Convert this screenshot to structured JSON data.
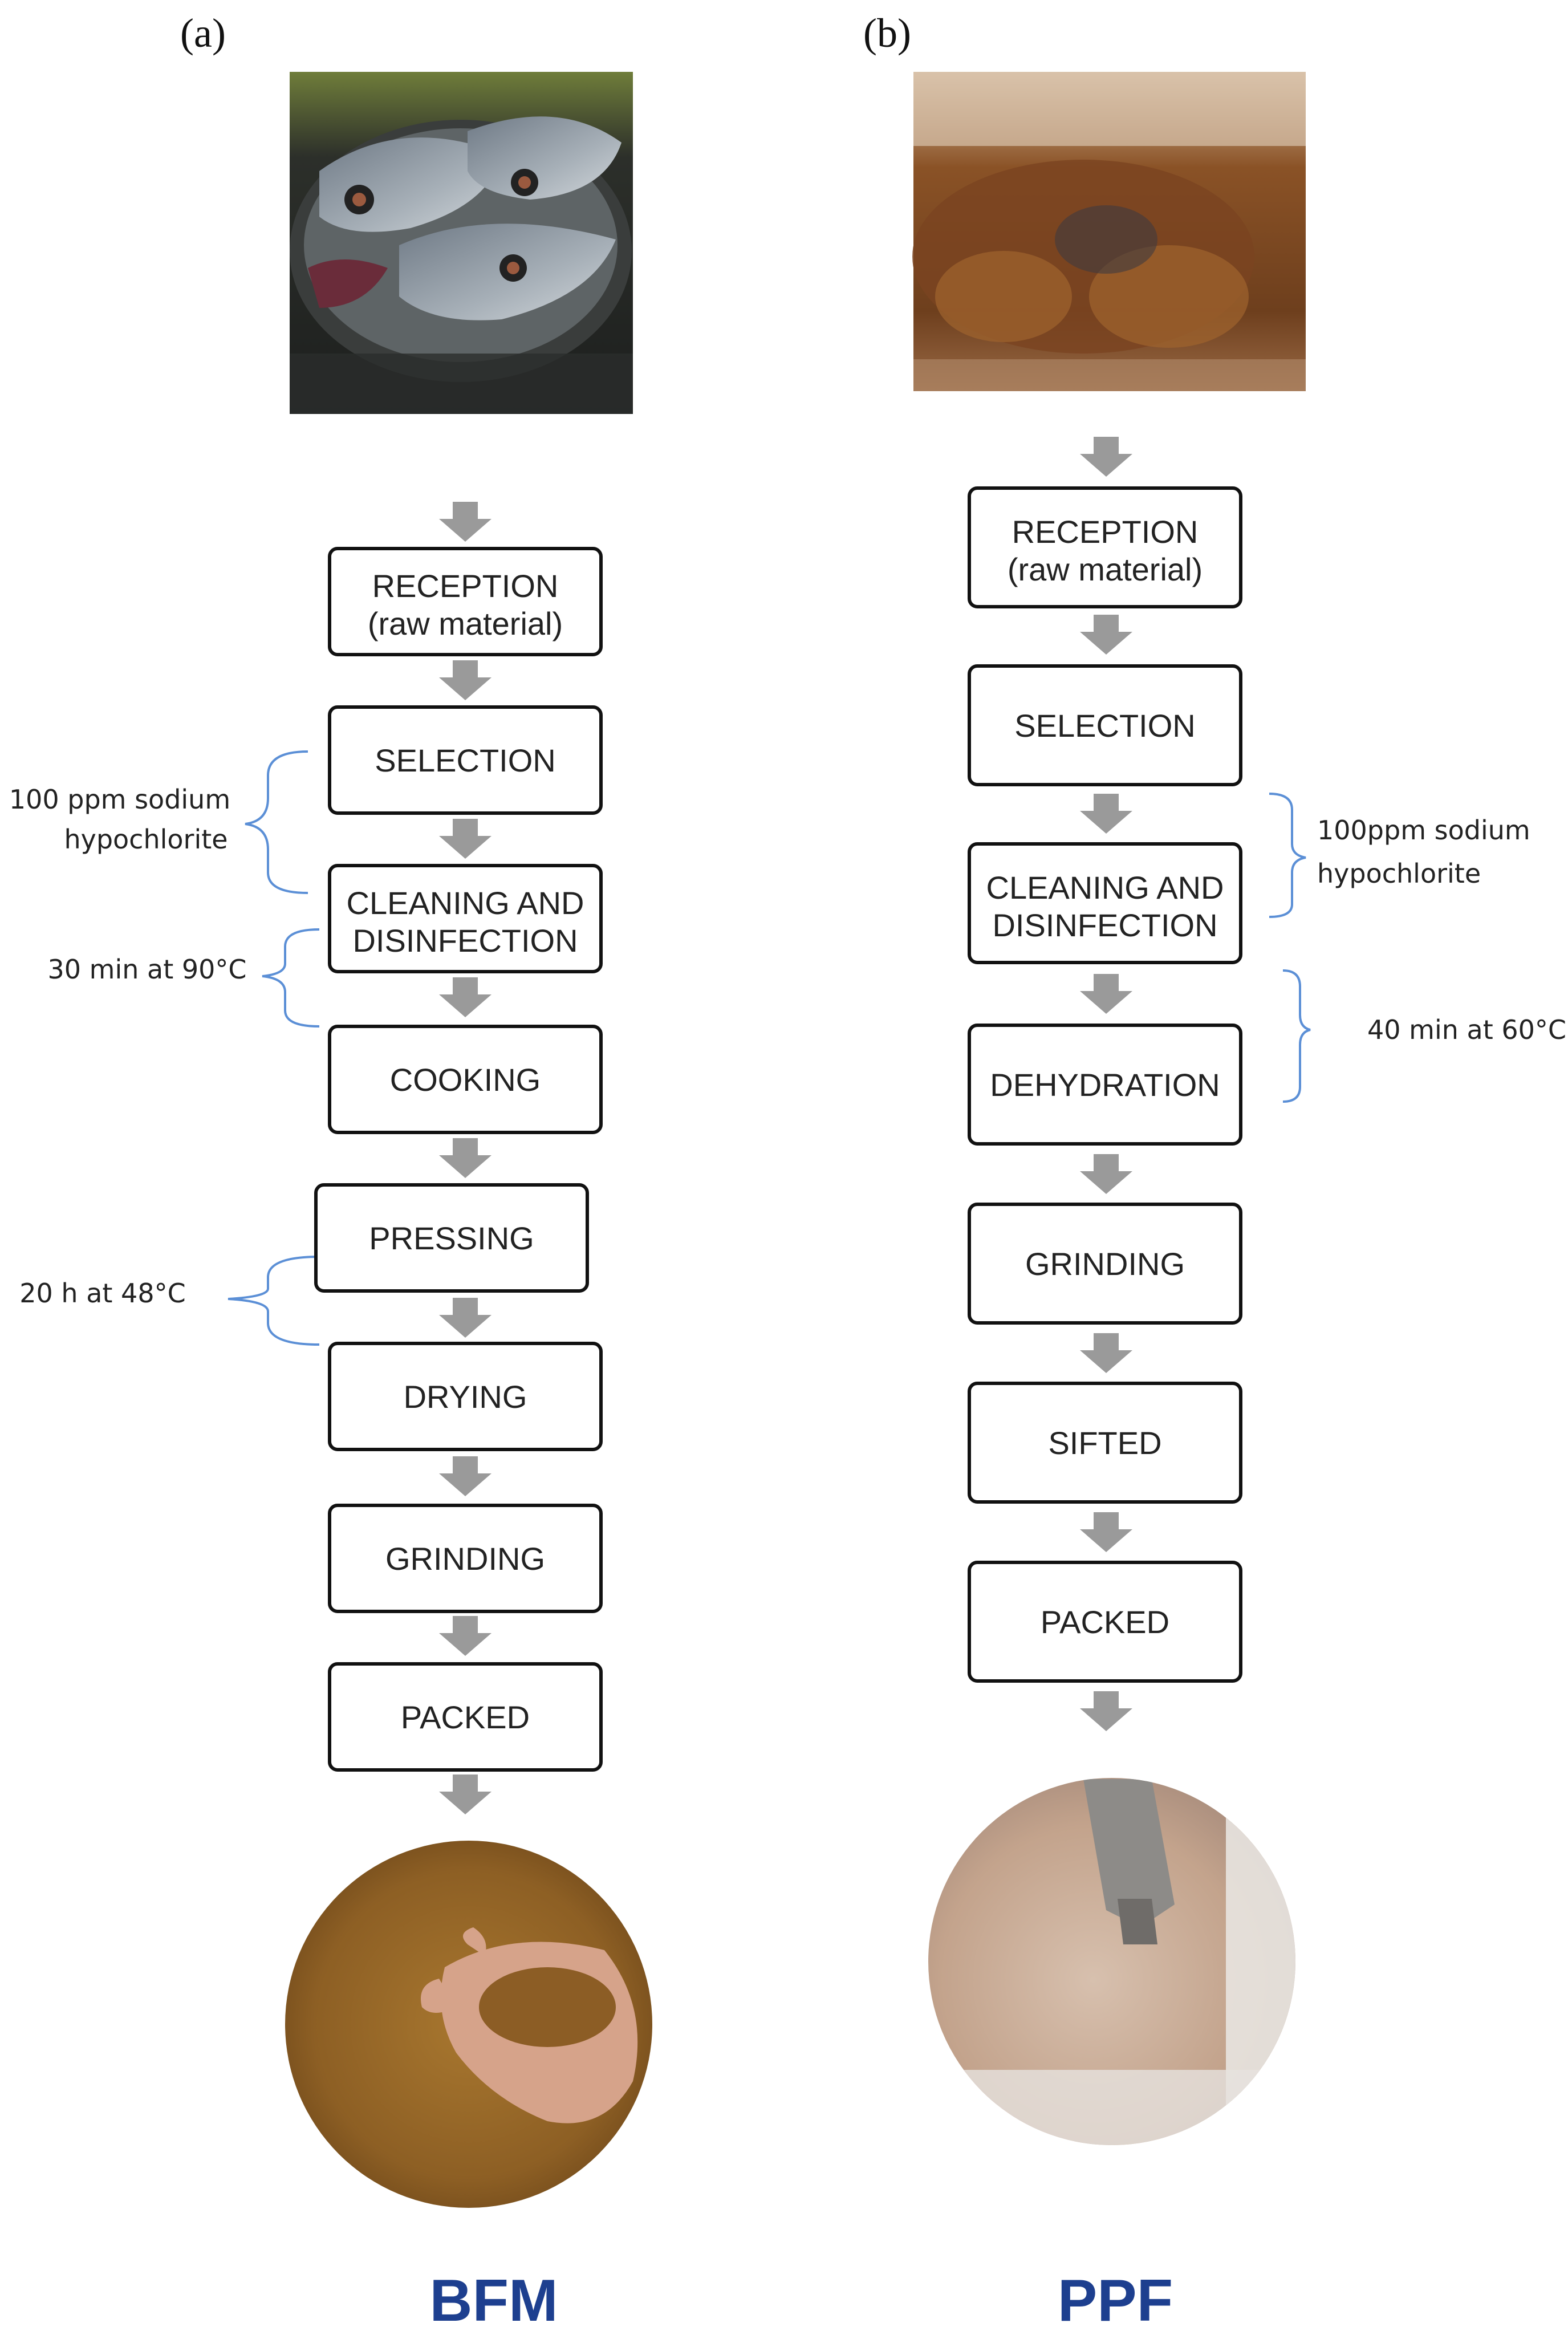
{
  "panels": {
    "a": {
      "label": "(a)",
      "raw_photo": "raw tuna heads in metal pot",
      "product_photo": "brown fish meal powder held in hand",
      "product_name": "BFM",
      "steps": [
        {
          "line1": "RECEPTION",
          "line2": "(raw material)"
        },
        {
          "line1": "SELECTION",
          "line2": ""
        },
        {
          "line1": "CLEANING AND",
          "line2": "DISINFECTION"
        },
        {
          "line1": "COOKING",
          "line2": ""
        },
        {
          "line1": "PRESSING",
          "line2": ""
        },
        {
          "line1": "DRYING",
          "line2": ""
        },
        {
          "line1": "GRINDING",
          "line2": ""
        },
        {
          "line1": "PACKED",
          "line2": ""
        }
      ],
      "notes": [
        {
          "line1": "100 ppm sodium",
          "line2": "hypochlorite"
        },
        {
          "line1": "30 min at 90°C",
          "line2": ""
        },
        {
          "line1": "20 h at 48°C",
          "line2": ""
        }
      ]
    },
    "b": {
      "label": "(b)",
      "raw_photo": "fish flakes in container",
      "product_photo": "pale fish powder in container",
      "product_name": "PPF",
      "steps": [
        {
          "line1": "RECEPTION",
          "line2": "(raw material)"
        },
        {
          "line1": "SELECTION",
          "line2": ""
        },
        {
          "line1": "CLEANING AND",
          "line2": "DISINFECTION"
        },
        {
          "line1": "DEHYDRATION",
          "line2": ""
        },
        {
          "line1": "GRINDING",
          "line2": ""
        },
        {
          "line1": "SIFTED",
          "line2": ""
        },
        {
          "line1": "PACKED",
          "line2": ""
        }
      ],
      "notes": [
        {
          "line1": "100ppm sodium",
          "line2": "hypochlorite"
        },
        {
          "line1": "40 min at 60°C",
          "line2": ""
        }
      ]
    }
  },
  "colors": {
    "arrow": "#9a9a9a",
    "bracket": "#5b8fd6",
    "final_label": "#1d3f8f",
    "box_border": "#111111"
  }
}
